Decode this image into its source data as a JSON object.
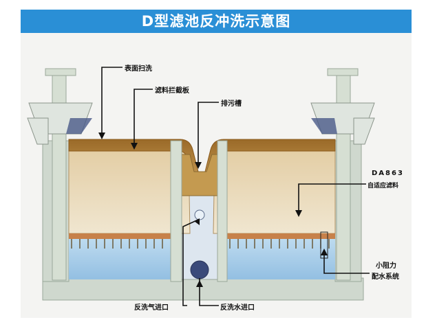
{
  "title": "D型滤池反冲洗示意图",
  "labels": {
    "surface_wash": "表面扫洗",
    "media_retaining_plate": "滤料拦截板",
    "drain_trough": "排污槽",
    "filter_media_name": "DA863",
    "filter_media_desc": "自适应滤料",
    "underdrain_line1": "小阻力",
    "underdrain_line2": "配水系统",
    "air_inlet": "反洗气进口",
    "water_inlet": "反洗水进口"
  },
  "colors": {
    "title_bar": "#2a8fd6",
    "wall": "#cdd6cc",
    "media": "#e6d3ad",
    "media_top": "#8a5a1c",
    "water": "#a9cde8",
    "underdrain": "#c7814a"
  }
}
